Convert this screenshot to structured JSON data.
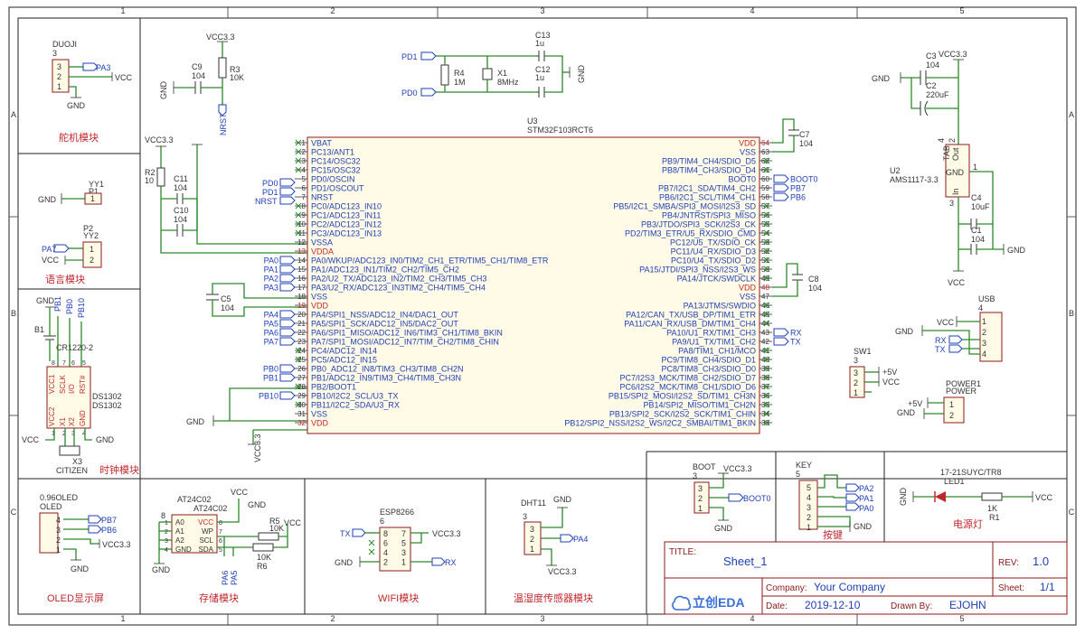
{
  "border": {
    "cols": [
      "1",
      "2",
      "3",
      "4",
      "5"
    ],
    "rows": [
      "A",
      "B",
      "C"
    ]
  },
  "modules": {
    "servo": {
      "title": "舵机模块",
      "ref": "DUOJI",
      "num": "3",
      "net": "PA3",
      "vcc": "VCC",
      "gnd": "GND",
      "pins": [
        "3",
        "2",
        "1"
      ]
    },
    "voice": {
      "title": "语言模块",
      "p1_ref": "YY1",
      "p1_name": "P1",
      "p1_pin": "1",
      "p2_name": "P2",
      "p2_ref": "YY2",
      "p2_pins": [
        "1",
        "2"
      ],
      "net": "PA7",
      "vcc": "VCC",
      "gnd": "GND"
    },
    "clock": {
      "title": "时钟模块",
      "gnd": "GND",
      "vcc": "VCC",
      "nets": [
        "PB1",
        "PB0",
        "PB10"
      ],
      "battery": "B1",
      "battery_part": "CR1220-2",
      "chip": "DS1302",
      "chip_label": "DS1302",
      "pins": [
        "VCC1",
        "SCLK",
        "I/O",
        "RST#",
        "VCC2",
        "X1",
        "X2",
        "GND"
      ],
      "pin_nums": [
        "8",
        "7",
        "6",
        "5",
        "1",
        "2",
        "3",
        "4"
      ],
      "crystal": "X3",
      "crystal_part": "CITIZEN"
    },
    "oled": {
      "title": "OLED显示屏",
      "ref": "0.96OLED",
      "name": "OLED",
      "pins": [
        "4",
        "3",
        "2",
        "1"
      ],
      "nets": [
        "PB7",
        "PB6"
      ],
      "vcc": "VCC3.3",
      "gnd": "GND"
    },
    "storage": {
      "title": "存储模块",
      "chip": "AT24C02",
      "chip2": "AT24C02",
      "num": "8",
      "vcc": "VCC",
      "gnd": "GND",
      "pins_left": [
        "A0",
        "A1",
        "A2",
        "GND"
      ],
      "pins_right": [
        "VCC",
        "WP",
        "SCL",
        "SDA"
      ],
      "nums_left": [
        "1",
        "2",
        "3",
        "4"
      ],
      "nums_right": [
        "8",
        "7",
        "6",
        "5"
      ],
      "r5": "R5",
      "r5_val": "10K",
      "r6": "R6",
      "r6_val": "10K",
      "nets": [
        "PA6",
        "PA5"
      ],
      "vcc2": "VCC"
    },
    "wifi": {
      "title": "WIFI模块",
      "chip": "ESP8266",
      "num": "6",
      "pins_left": [
        "8",
        "6",
        "4",
        "2"
      ],
      "pins_right": [
        "7",
        "5",
        "3",
        "1"
      ],
      "tx": "TX",
      "rx": "RX",
      "vcc": "VCC3.3",
      "gnd": "GND"
    },
    "dht": {
      "title": "温湿度传感器模块",
      "chip": "DHT11",
      "num": "3",
      "pins": [
        "3",
        "2",
        "1"
      ],
      "gnd": "GND",
      "net": "PA4",
      "vcc": "VCC3.3"
    },
    "rst": {
      "vcc": "VCC3.3",
      "c9": "C9",
      "c9_val": "104",
      "r3": "R3",
      "r3_val": "10K",
      "gnd": "GND",
      "net": "NRST"
    },
    "osc": {
      "pd1": "PD1",
      "pd0": "PD0",
      "r4": "R4",
      "r4_val": "1M",
      "x1": "X1",
      "x1_val": "8MHz",
      "c13": "C13",
      "c13_val": "1u",
      "c12": "C12",
      "c12_val": "1u",
      "gnd": "GND"
    },
    "mcu_left_aux": {
      "vcc": "VCC3.3",
      "r2": "R2",
      "r2_val": "10",
      "c11": "C11",
      "c11_val": "104",
      "c10": "C10",
      "c10_val": "104",
      "c5": "C5",
      "c5_val": "104",
      "gnd": "GND",
      "vcc2": "VCC3.3",
      "nets_pd": [
        "PD0",
        "PD1",
        "NRST"
      ]
    },
    "mcu": {
      "ref": "U3",
      "part": "STM32F103RCT6",
      "left": [
        {
          "n": "1",
          "name": "VBAT",
          "net": ""
        },
        {
          "n": "2",
          "name": "PC13/ANT1",
          "net": ""
        },
        {
          "n": "3",
          "name": "PC14/OSC32",
          "net": ""
        },
        {
          "n": "4",
          "name": "PC15/OSC32",
          "net": ""
        },
        {
          "n": "5",
          "name": "PD0/OSCIN",
          "net": "PD0"
        },
        {
          "n": "6",
          "name": "PD1/OSCOUT",
          "net": "PD1"
        },
        {
          "n": "7",
          "name": "NRST",
          "net": "NRST"
        },
        {
          "n": "8",
          "name": "PC0/ADC123_IN10",
          "net": ""
        },
        {
          "n": "9",
          "name": "PC1/ADC123_IN11",
          "net": ""
        },
        {
          "n": "10",
          "name": "PC2/ADC123_IN12",
          "net": ""
        },
        {
          "n": "11",
          "name": "PC3/ADC123_IN13",
          "net": ""
        },
        {
          "n": "12",
          "name": "VSSA",
          "net": ""
        },
        {
          "n": "13",
          "name": "VDDA",
          "net": ""
        },
        {
          "n": "14",
          "name": "PA0/WKUP/ADC123_IN0/TIM2_CH1_ETR/TIM5_CH1/TIM8_ETR",
          "net": "PA0"
        },
        {
          "n": "15",
          "name": "PA1/ADC123_IN1/TIM2_CH2/TIM5_CH2",
          "net": "PA1"
        },
        {
          "n": "16",
          "name": "PA2/U2_TX/ADC123_IN2/TIM2_CH3/TIM5_CH3",
          "net": "PA2"
        },
        {
          "n": "17",
          "name": "PA3/U2_RX/ADC123_IN3TIM2_CH4/TIM5_CH4",
          "net": "PA3"
        },
        {
          "n": "18",
          "name": "VSS",
          "net": ""
        },
        {
          "n": "19",
          "name": "VDD",
          "net": ""
        },
        {
          "n": "20",
          "name": "PA4/SPI1_NSS/ADC12_IN4/DAC1_OUT",
          "net": "PA4"
        },
        {
          "n": "21",
          "name": "PA5/SPI1_SCK/ADC12_IN5/DAC2_OUT",
          "net": "PA5"
        },
        {
          "n": "22",
          "name": "PA6/SPI1_MISO/ADC12_IN6/TIM3_CH1/TIM8_BKIN",
          "net": "PA6"
        },
        {
          "n": "23",
          "name": "PA7/SPI1_MOSI/ADC12_IN7/TIM_CH2/TIM8_CHIN",
          "net": "PA7"
        },
        {
          "n": "24",
          "name": "PC4/ADC12_IN14",
          "net": ""
        },
        {
          "n": "25",
          "name": "PC5/ADC12_IN15",
          "net": ""
        },
        {
          "n": "26",
          "name": "PB0_ADC12_IN8/TIM3_CH3/TIM8_CH2N",
          "net": "PB0"
        },
        {
          "n": "27",
          "name": "PB1/ADC12_IN9/TIM3_CH4/TIM8_CH3N",
          "net": "PB1"
        },
        {
          "n": "28",
          "name": "PB2/BOOT1",
          "net": ""
        },
        {
          "n": "29",
          "name": "PB10/I2C2_SCL/U3_TX",
          "net": "PB10"
        },
        {
          "n": "30",
          "name": "PB11/I2C2_SDA/U3_RX",
          "net": ""
        },
        {
          "n": "31",
          "name": "VSS",
          "net": "GND"
        },
        {
          "n": "32",
          "name": "VDD",
          "net": ""
        }
      ],
      "right": [
        {
          "n": "64",
          "name": "VDD",
          "net": ""
        },
        {
          "n": "63",
          "name": "VSS",
          "net": ""
        },
        {
          "n": "62",
          "name": "PB9/TIM4_CH4/SDIO_D5",
          "net": ""
        },
        {
          "n": "61",
          "name": "PB8/TIM4_CH3/SDIO_D4",
          "net": ""
        },
        {
          "n": "60",
          "name": "BOOT0",
          "net": "BOOT0"
        },
        {
          "n": "59",
          "name": "PB7/I2C1_SDA/TIM4_CH2",
          "net": "PB7"
        },
        {
          "n": "58",
          "name": "PB6/I2C1_SCL/TIM4_CH1",
          "net": "PB6"
        },
        {
          "n": "57",
          "name": "PB5/I2C1_SMBA/SPI3_MOSI/I2S3_SD",
          "net": ""
        },
        {
          "n": "56",
          "name": "PB4/JNTRST/SPI3_MISO",
          "net": ""
        },
        {
          "n": "55",
          "name": "PB3/JTDO/SPI3_SCK/I2S3_CK",
          "net": ""
        },
        {
          "n": "54",
          "name": "PD2/TIM3_ETR/U5_RX/SDIO_CMD",
          "net": ""
        },
        {
          "n": "53",
          "name": "PC12/U5_TX/SDIO_CK",
          "net": ""
        },
        {
          "n": "52",
          "name": "PC11/U4_RX/SDIO_D3",
          "net": ""
        },
        {
          "n": "51",
          "name": "PC10/U4_TX/SDIO_D2",
          "net": ""
        },
        {
          "n": "50",
          "name": "PA15/JTDI/SPI3_NSS/I2S3_WS",
          "net": ""
        },
        {
          "n": "49",
          "name": "PA14/JTCK/SWDCLK",
          "net": ""
        },
        {
          "n": "48",
          "name": "VDD",
          "net": ""
        },
        {
          "n": "47",
          "name": "VSS",
          "net": ""
        },
        {
          "n": "46",
          "name": "PA13/JTMS/SWDIO",
          "net": ""
        },
        {
          "n": "45",
          "name": "PA12/CAN_TX/USB_DP/TIM1_ETR",
          "net": ""
        },
        {
          "n": "44",
          "name": "PA11/CAN_RX/USB_DM/TIM1_CH4",
          "net": ""
        },
        {
          "n": "43",
          "name": "PA10/U1_RX/TIM1_CH3",
          "net": "RX"
        },
        {
          "n": "42",
          "name": "PA9/U1_TX/TIM1_CH2",
          "net": "TX"
        },
        {
          "n": "41",
          "name": "PA8/TIM1_CH1/MCO",
          "net": ""
        },
        {
          "n": "40",
          "name": "PC9/TIM8_CH4/SDIO_D1",
          "net": ""
        },
        {
          "n": "39",
          "name": "PC8/TIM8_CH3/SDIO_D0",
          "net": ""
        },
        {
          "n": "38",
          "name": "PC7/I2S3_MCK/TIM8_CH2/SDIO_D7",
          "net": ""
        },
        {
          "n": "37",
          "name": "PC6/I2S2_MCK/TIM8_CH1/SDIO_D6",
          "net": ""
        },
        {
          "n": "36",
          "name": "PB15/SPI2_MOSI/I2S2_SD/TIM1_CH3N",
          "net": ""
        },
        {
          "n": "35",
          "name": "PB14/SPI2_MISO/TIM1_CH2N",
          "net": ""
        },
        {
          "n": "34",
          "name": "PB13/SPI2_SCK/I2S2_SCK/TIM1_CHIN",
          "net": ""
        },
        {
          "n": "33",
          "name": "PB12/SPI2_NSS/I2S2_WS/I2C2_SMBAI/TIM1_BKIN",
          "net": ""
        }
      ],
      "c7": "C7",
      "c7_val": "104",
      "c8": "C8",
      "c8_val": "104"
    },
    "reg": {
      "vcc33": "VCC3.3",
      "c3": "C3",
      "c3_val": "104",
      "c2": "C2",
      "c2_val": "220uF",
      "gnd": "GND",
      "u2": "U2",
      "u2_part": "AMS1117-3.3",
      "tab": "TAB",
      "out": "Out",
      "pin4": "4",
      "pin2": "2",
      "pin1": "1",
      "pin3": "3",
      "gnd_lbl": "GND",
      "in": "In",
      "c4": "C4",
      "c4_val": "10uF",
      "c1": "C1",
      "c1_val": "104",
      "vcc": "VCC"
    },
    "usb": {
      "ref": "USB",
      "num": "4",
      "vcc": "VCC",
      "gnd": "GND",
      "rx": "RX",
      "tx": "TX",
      "pins": [
        "1",
        "2",
        "3",
        "4"
      ]
    },
    "sw1": {
      "ref": "SW1",
      "num": "3",
      "pins": [
        "3",
        "2",
        "1"
      ],
      "v5": "+5V",
      "vcc": "VCC"
    },
    "power1": {
      "ref": "POWER1",
      "name": "POWER",
      "v5": "+5V",
      "gnd": "GND",
      "pins": [
        "1",
        "2"
      ]
    },
    "boot": {
      "ref": "BOOT",
      "num": "3",
      "pins": [
        "3",
        "2",
        "1"
      ],
      "vcc": "VCC3.3",
      "net": "BOOT0",
      "gnd": "GND"
    },
    "key": {
      "title": "按键",
      "ref": "KEY",
      "num": "5",
      "pins": [
        "5",
        "4",
        "3",
        "2",
        "1"
      ],
      "nets": [
        "PA2",
        "PA1",
        "PA0"
      ],
      "gnd": "GND"
    },
    "led": {
      "title": "电源灯",
      "part": "17-21SUYC/TR8",
      "ref": "LED1",
      "gnd": "GND",
      "r1": "R1",
      "r1_val": "1K",
      "vcc": "VCC"
    }
  },
  "titleblock": {
    "title_lbl": "TITLE:",
    "title": "Sheet_1",
    "rev_lbl": "REV:",
    "rev": "1.0",
    "company_lbl": "Company:",
    "company": "Your Company",
    "sheet_lbl": "Sheet:",
    "sheet": "1/1",
    "date_lbl": "Date:",
    "date": "2019-12-10",
    "drawn_lbl": "Drawn By:",
    "drawn": "EJOHN",
    "logo": "立创EDA"
  }
}
